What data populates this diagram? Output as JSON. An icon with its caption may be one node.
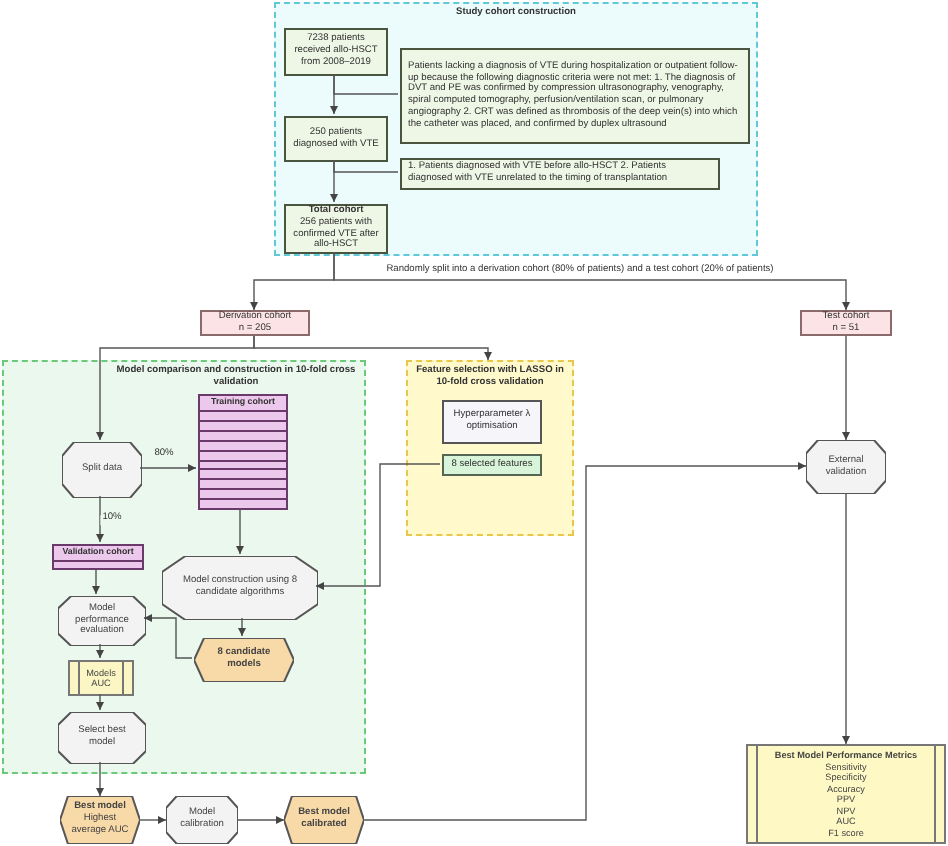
{
  "diagram": {
    "nodes": [
      {
        "text": [
          "Study cohort construction"
        ]
      },
      {
        "text": [
          "7238 patients received allo-HSCT from 2008–2019"
        ],
        "in": 0
      },
      {
        "text": [
          "Patients lacking a diagnosis of VTE during hospitalization or outpatient follow-up because the following diagnostic criteria were not met: 1. The diagnosis of DVT and PE was confirmed by compression ultrasonography, venography, spiral computed tomography, perfusion/ventilation scan, or pulmonary angiography 2. CRT was defined as thrombosis of the deep vein(s) into which the catheter was placed, and confirmed by duplex ultrasound"
        ],
        "in": 0
      },
      {
        "text": [
          "250 patients diagnosed with VTE"
        ],
        "in": 0
      },
      {
        "text": [
          "1. Patients diagnosed with VTE before allo-HSCT 2. Patients diagnosed with VTE unrelated to the timing of transplantation"
        ],
        "in": 0
      },
      {
        "text": [
          "Total cohort",
          "256 patients with confirmed VTE after allo-HSCT"
        ],
        "in": 0
      },
      {
        "text": [
          "Derivation cohort",
          "n = 205"
        ]
      },
      {
        "text": [
          "Test cohort",
          "n = 51"
        ]
      },
      {
        "text": [
          "Model comparison and construction in 10-fold cross validation"
        ]
      },
      {
        "text": [
          "Training cohort"
        ],
        "in": 8
      },
      {
        "text": [
          "Split data"
        ],
        "in": 8
      },
      {
        "text": [
          "Validation cohort"
        ],
        "in": 8
      },
      {
        "text": [
          "Model construction using 8 candidate algorithms"
        ],
        "in": 8
      },
      {
        "text": [
          "Model performance evaluation"
        ],
        "in": 8
      },
      {
        "text": [
          "8 candidate models"
        ],
        "in": 8
      },
      {
        "text": [
          "Models",
          "AUC"
        ],
        "in": 8
      },
      {
        "text": [
          "Select best model"
        ],
        "in": 8
      },
      {
        "text": [
          "Feature selection with LASSO in 10-fold cross validation"
        ]
      },
      {
        "text": [
          "Hyperparameter λ optimisation"
        ],
        "in": 17
      },
      {
        "text": [
          "8 selected features"
        ],
        "in": 17
      },
      {
        "text": [
          "External validation"
        ]
      },
      {
        "text": [
          "Best model",
          "Highest average AUC"
        ]
      },
      {
        "text": [
          "Model calibration"
        ]
      },
      {
        "text": [
          "Best model calibrated"
        ]
      },
      {
        "text": [
          "Best Model Performance Metrics",
          "Sensitivity",
          "Specificity",
          "Accuracy",
          "PPV",
          "NPV",
          "AUC",
          "F1 score"
        ]
      }
    ],
    "edges": [
      {
        "from": 1,
        "to": 3,
        "arrow": "to"
      },
      {
        "from": 1,
        "to": 2,
        "arrow": "none"
      },
      {
        "from": 3,
        "to": 5,
        "arrow": "to"
      },
      {
        "from": 3,
        "to": 4,
        "arrow": "none"
      },
      {
        "from": 5,
        "to": 6,
        "arrow": "to"
      },
      {
        "from": 5,
        "to": 7,
        "arrow": "to",
        "label": "Randomly split into a derivation cohort (80% of patients) and a test cohort (20% of patients)"
      },
      {
        "from": 6,
        "to": 10,
        "arrow": "to"
      },
      {
        "from": 6,
        "to": 17,
        "arrow": "to"
      },
      {
        "from": 10,
        "to": 9,
        "arrow": "to",
        "label": "80%"
      },
      {
        "from": 10,
        "to": 11,
        "arrow": "to",
        "label": "10%"
      },
      {
        "from": 9,
        "to": 12,
        "arrow": "to"
      },
      {
        "from": 19,
        "to": 12,
        "arrow": "to"
      },
      {
        "from": 12,
        "to": 14,
        "arrow": "to"
      },
      {
        "from": 11,
        "to": 13,
        "arrow": "to"
      },
      {
        "from": 14,
        "to": 13,
        "arrow": "to"
      },
      {
        "from": 13,
        "to": 15,
        "arrow": "to"
      },
      {
        "from": 15,
        "to": 16,
        "arrow": "to"
      },
      {
        "from": 16,
        "to": 21,
        "arrow": "to"
      },
      {
        "from": 21,
        "to": 22,
        "arrow": "to"
      },
      {
        "from": 22,
        "to": 23,
        "arrow": "to"
      },
      {
        "from": 23,
        "to": 20,
        "arrow": "to"
      },
      {
        "from": 7,
        "to": 20,
        "arrow": "to"
      },
      {
        "from": 20,
        "to": 24,
        "arrow": "to"
      }
    ]
  }
}
